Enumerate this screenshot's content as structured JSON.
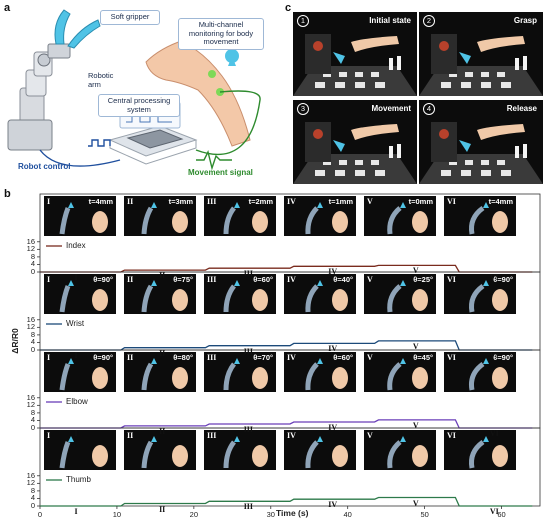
{
  "panel_a": {
    "letter": "a",
    "soft_gripper": "Soft gripper",
    "monitoring": "Multi-channel monitoring for body movement",
    "robotic_arm": "Robotic arm",
    "cps": "Central processing system",
    "robot_control": "Robot control",
    "movement_signal": "Movement signal",
    "colors": {
      "blue": "#1f4f9e",
      "green": "#2e8b2e",
      "gripper": "#4fc3e6"
    }
  },
  "panel_c": {
    "letter": "c",
    "tiles": [
      {
        "num": "1",
        "caption": "Initial state"
      },
      {
        "num": "2",
        "caption": "Grasp"
      },
      {
        "num": "3",
        "caption": "Movement"
      },
      {
        "num": "4",
        "caption": "Release"
      }
    ]
  },
  "panel_b": {
    "letter": "b",
    "ylabel": "ΔR/R0",
    "xlabel": "Time (s)",
    "x_ticks": [
      "0",
      "10",
      "20",
      "30",
      "40",
      "50",
      "60"
    ],
    "roman": [
      "I",
      "II",
      "III",
      "IV",
      "V",
      "VI"
    ],
    "rows": [
      {
        "name": "Index",
        "color": "#7a2b1e",
        "frame_params": [
          "t=4mm",
          "t=3mm",
          "t=2mm",
          "t=1mm",
          "t=0mm",
          "t=4mm"
        ]
      },
      {
        "name": "Wrist",
        "color": "#1c4a7a",
        "frame_params": [
          "θ=90°",
          "θ=75°",
          "θ=60°",
          "θ=40°",
          "θ=25°",
          "θ=90°"
        ]
      },
      {
        "name": "Elbow",
        "color": "#6a3fb8",
        "frame_params": [
          "θ=90°",
          "θ=80°",
          "θ=70°",
          "θ=60°",
          "θ=45°",
          "θ=90°"
        ]
      },
      {
        "name": "Thumb",
        "color": "#2d7a4a",
        "frame_params": [
          "",
          "",
          "",
          "",
          "",
          ""
        ]
      }
    ],
    "row_frame_data_1": {
      "roman": [
        "I",
        "II",
        "III",
        "IV",
        "V",
        "VI"
      ]
    }
  },
  "chart_data": [
    {
      "type": "line",
      "title": "",
      "ylabel": "ΔR/R0",
      "xlabel": "Time (s)",
      "xlim": [
        0,
        65
      ],
      "ylim": [
        0,
        18
      ],
      "y_ticks": [
        0,
        4,
        8,
        12,
        16
      ],
      "series": [
        {
          "name": "Index",
          "x": [
            0,
            10.5,
            11,
            21.5,
            22,
            32.5,
            33,
            43.5,
            44,
            54,
            54.5,
            64
          ],
          "y": [
            0,
            0,
            1,
            1,
            2,
            2,
            3,
            3,
            3.5,
            3.5,
            0,
            0
          ]
        }
      ]
    },
    {
      "type": "line",
      "title": "",
      "ylabel": "ΔR/R0",
      "xlabel": "Time (s)",
      "xlim": [
        0,
        65
      ],
      "ylim": [
        0,
        18
      ],
      "y_ticks": [
        0,
        4,
        8,
        12,
        16
      ],
      "series": [
        {
          "name": "Wrist",
          "x": [
            0,
            10.5,
            11,
            21.5,
            22,
            32.5,
            33,
            43.5,
            44,
            54,
            54.5,
            64
          ],
          "y": [
            0,
            0,
            1.2,
            1.2,
            2.3,
            2.3,
            3.5,
            3.5,
            4.8,
            4.8,
            0,
            0
          ]
        }
      ]
    },
    {
      "type": "line",
      "title": "",
      "ylabel": "ΔR/R0",
      "xlabel": "Time (s)",
      "xlim": [
        0,
        65
      ],
      "ylim": [
        0,
        18
      ],
      "y_ticks": [
        0,
        4,
        8,
        12,
        16
      ],
      "series": [
        {
          "name": "Elbow",
          "x": [
            0,
            10.5,
            11,
            21.5,
            22,
            32.5,
            33,
            43.5,
            44,
            54,
            54.5,
            64
          ],
          "y": [
            0,
            0,
            1.1,
            1.1,
            2.1,
            2.1,
            3.2,
            3.2,
            4.3,
            4.3,
            0,
            0
          ]
        }
      ]
    },
    {
      "type": "line",
      "title": "",
      "ylabel": "ΔR/R0",
      "xlabel": "Time (s)",
      "xlim": [
        0,
        65
      ],
      "ylim": [
        0,
        18
      ],
      "y_ticks": [
        0,
        4,
        8,
        12,
        16
      ],
      "series": [
        {
          "name": "Thumb",
          "x": [
            0,
            10.5,
            11,
            21.5,
            22,
            32.5,
            33,
            43.5,
            44,
            54,
            54.5,
            64
          ],
          "y": [
            0,
            0,
            1.3,
            1.3,
            2.5,
            2.5,
            3.6,
            3.6,
            4.5,
            4.5,
            0,
            0
          ]
        }
      ]
    }
  ]
}
